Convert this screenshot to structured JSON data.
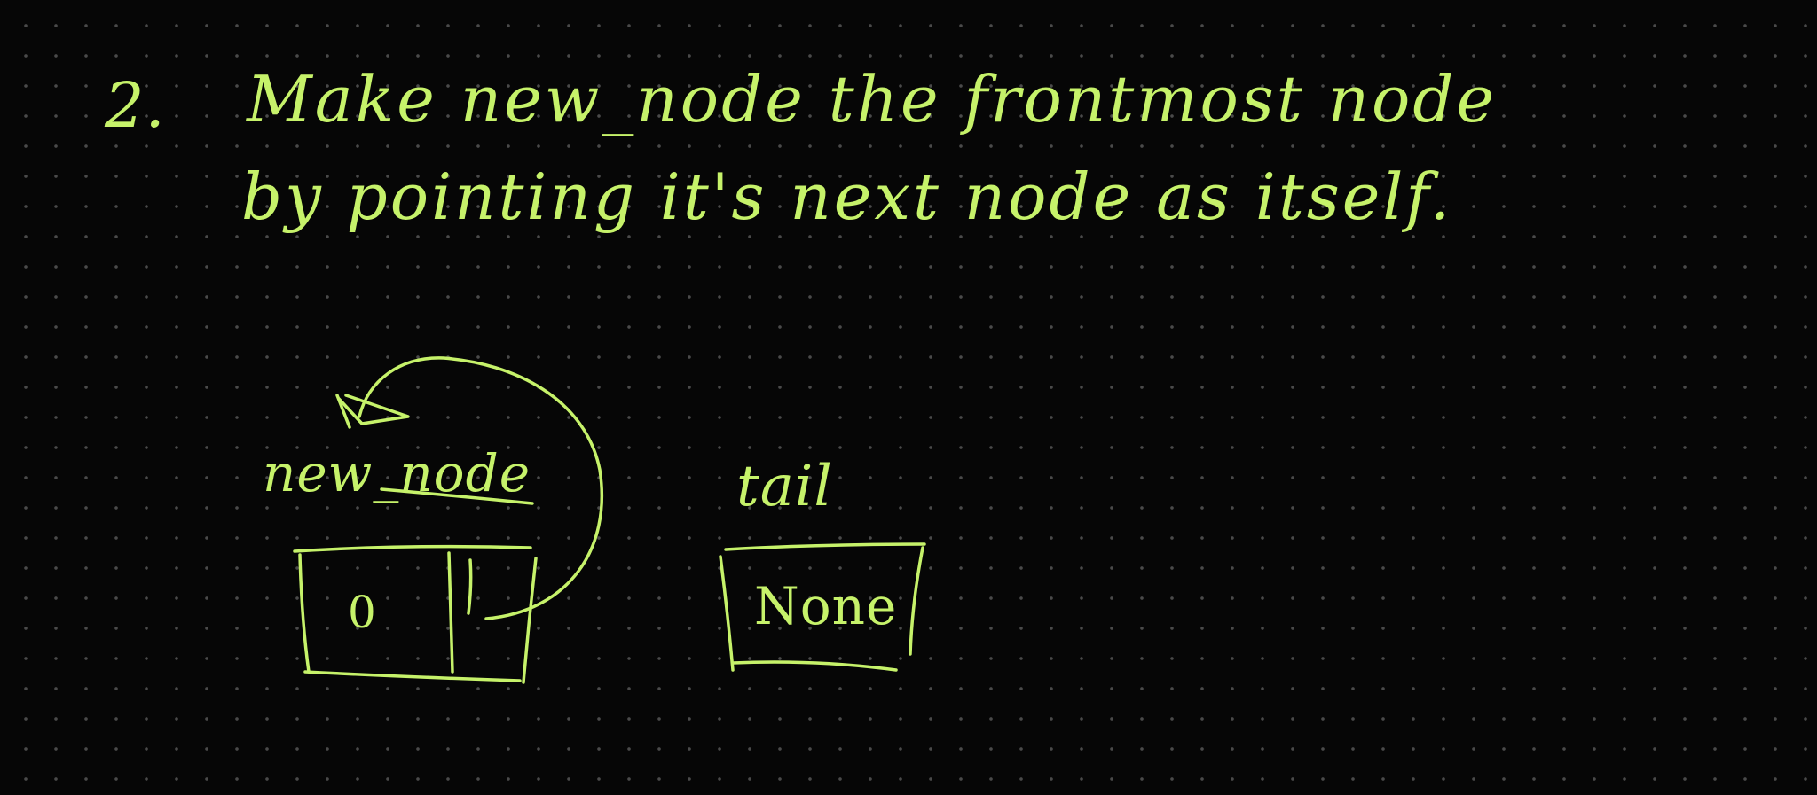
{
  "step": {
    "number": "2.",
    "line1": "Make new_node the frontmost node",
    "line2": "by pointing it's next node as itself."
  },
  "diagram": {
    "new_node_label": "new_node",
    "new_node_data": "0",
    "tail_label": "tail",
    "tail_value": "None"
  },
  "colors": {
    "ink": "#c6f26a",
    "background": "#060606",
    "grid_dot": "#4a4a4a"
  }
}
